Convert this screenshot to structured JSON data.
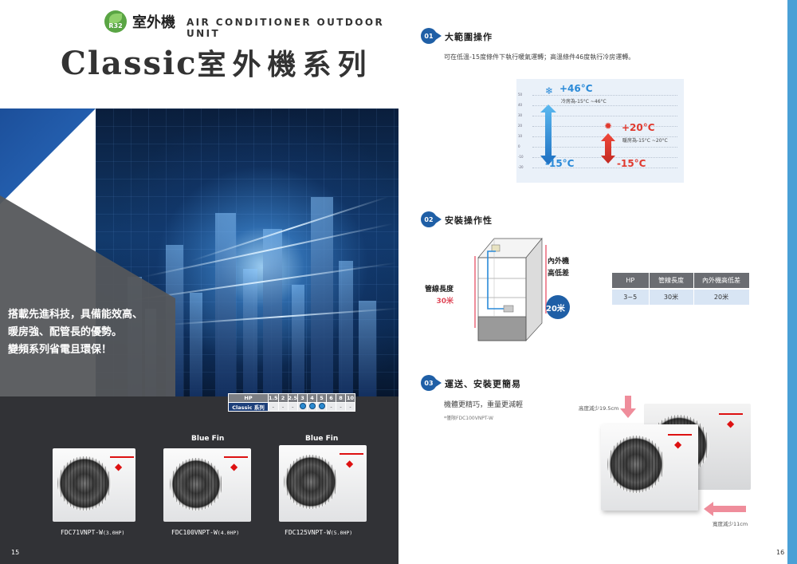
{
  "left_page": {
    "header_zh": "室外機",
    "header_en": "AIR CONDITIONER OUTDOOR UNIT",
    "refrigerant_badge": "R32",
    "title_en": "Classic",
    "title_zh": "室外機系列",
    "slogan": [
      "搭載先進科技，具備能效高、",
      "暖房強、配管長的優勢。",
      "變頻系列省電且環保！"
    ],
    "spec_table": {
      "header_label": "HP",
      "hp_values": [
        "1.5",
        "2",
        "2.5",
        "3",
        "4",
        "5",
        "6",
        "8",
        "10"
      ],
      "row_label": "Classic 系列",
      "row_cells": [
        "-",
        "-",
        "-",
        "●",
        "●",
        "●",
        "-",
        "-",
        "-"
      ]
    },
    "blue_fin_label": "Blue Fin",
    "products": [
      {
        "model": "FDC71VNPT-W",
        "hp": "(3.0HP)"
      },
      {
        "model": "FDC100VNPT-W",
        "hp": "(4.0HP)"
      },
      {
        "model": "FDC125VNPT-W",
        "hp": "(5.0HP)"
      }
    ],
    "page_number": "15"
  },
  "right_page": {
    "sections": [
      {
        "num": "01",
        "title": "大範圍操作",
        "desc": "可在低溫-15度條件下執行暖氣運轉；高溫條件46度執行冷房運轉。"
      },
      {
        "num": "02",
        "title": "安裝操作性"
      },
      {
        "num": "03",
        "title": "運送、安裝更簡易",
        "desc": "機體更精巧，重量更減輕",
        "note": "*僅限FDC100VNPT-W"
      }
    ],
    "temp_chart": {
      "cool_max": "+46°C",
      "cool_range": "冷房為-15°C ~46°C",
      "cool_min": "-15°C",
      "heat_max": "+20°C",
      "heat_range": "暖房為-15°C ~20°C",
      "heat_min": "-15°C",
      "ticks": [
        "50",
        "40",
        "30",
        "20",
        "10",
        "0",
        "-10",
        "-20"
      ]
    },
    "diagram": {
      "pipe_length_label": "管線長度",
      "pipe_length_value": "30米",
      "height_diff_label": "內外機",
      "height_diff_label2": "高低差",
      "height_value": "20米"
    },
    "install_table": {
      "headers": [
        "HP",
        "管線長度",
        "內外機高低差"
      ],
      "row": [
        "3~5",
        "30米",
        "20米"
      ]
    },
    "height_reduced": "高度減少19.5cm",
    "width_reduced": "寬度減少11cm",
    "page_number": "16"
  },
  "colors": {
    "accent_blue": "#1f5fa6",
    "cool_blue": "#2a8ad8",
    "heat_red": "#e03a2f",
    "dark_bg": "#313236",
    "pink_arrow": "#ef8d9b"
  }
}
